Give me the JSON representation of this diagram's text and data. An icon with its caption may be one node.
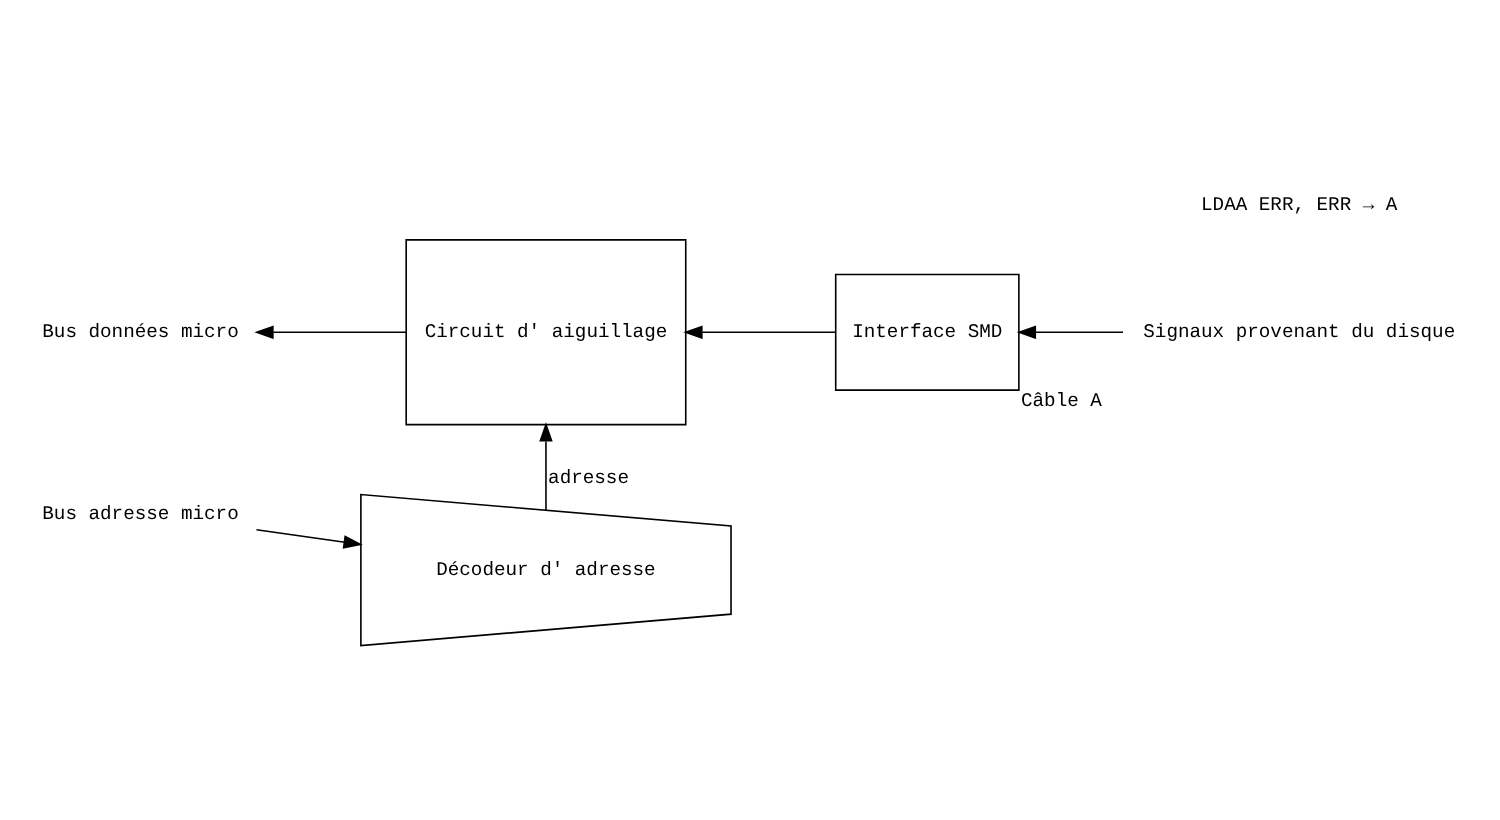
{
  "diagram": {
    "nodes": [
      {
        "text": [
          "Circuit d' aiguillage"
        ]
      },
      {
        "text": [
          "Interface SMD"
        ],
        "beside": [
          "Câble A"
        ]
      },
      {
        "text": [
          "Décodeur d' adresse"
        ]
      },
      {
        "text": [
          "Bus données micro"
        ]
      },
      {
        "text": [
          "Signaux provenant du disque"
        ]
      },
      {
        "text": [
          "Bus adresse micro"
        ]
      }
    ],
    "edges": [
      {
        "from": 4,
        "to": 1,
        "arrow": "to"
      },
      {
        "from": 1,
        "to": 0,
        "arrow": "to"
      },
      {
        "from": 0,
        "to": 3,
        "arrow": "to"
      },
      {
        "from": 5,
        "to": 2,
        "arrow": "to"
      },
      {
        "from": 2,
        "to": 0,
        "arrow": "to",
        "label": "adresse"
      }
    ],
    "labels": [
      "LDAA ERR, ERR → A"
    ]
  }
}
